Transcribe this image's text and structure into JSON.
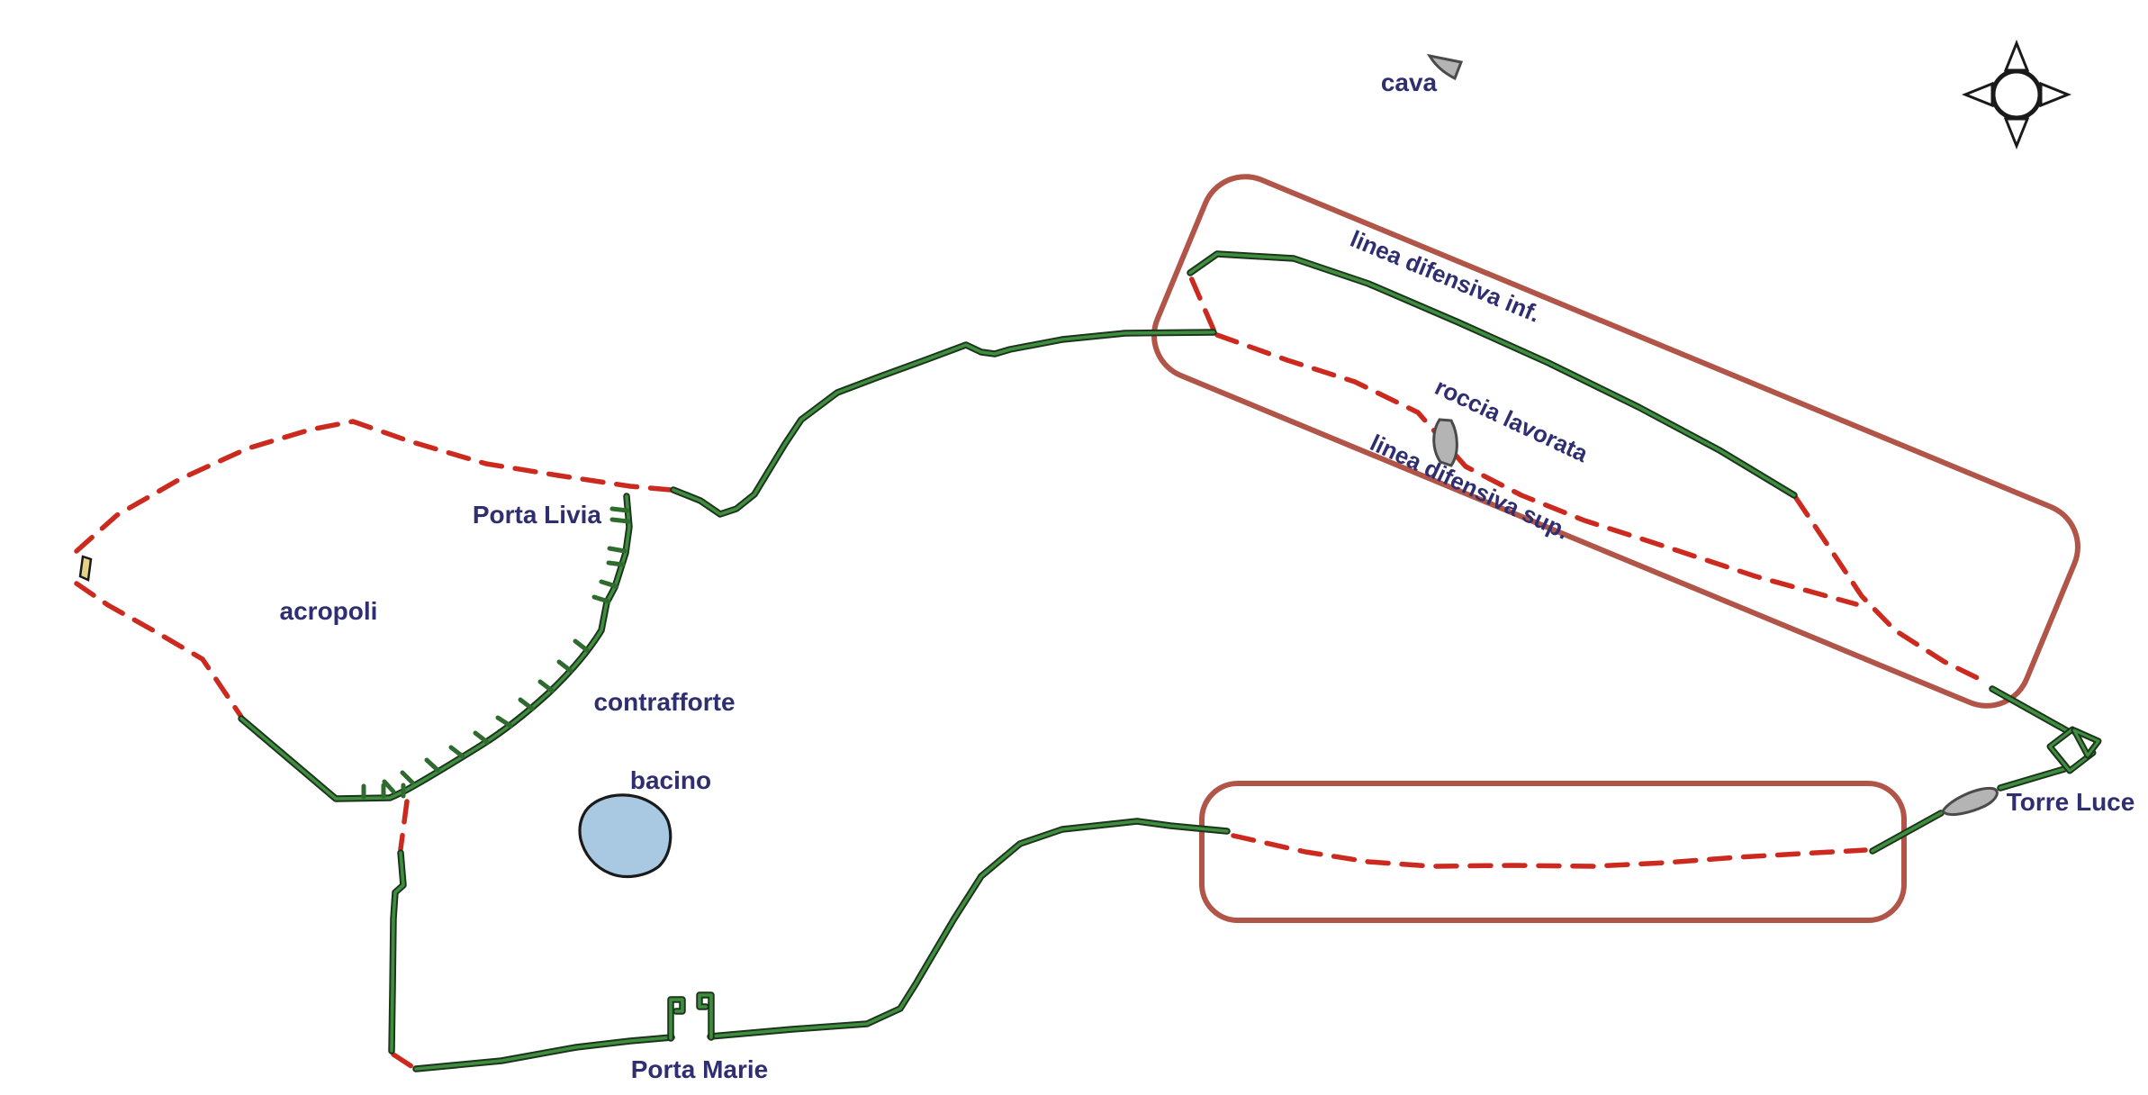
{
  "labels": {
    "cava": "cava",
    "linea_difensiva_inf": "linea difensiva inf.",
    "roccia_lavorata": "roccia lavorata",
    "linea_difensiva_sup": "linea difensiva sup.",
    "porta_livia": "Porta Livia",
    "acropoli": "acropoli",
    "contrafforte": "contrafforte",
    "bacino": "bacino",
    "porta_marie": "Porta Marie",
    "torre_luce": "Torre Luce"
  },
  "colors": {
    "wall-green": "#3f8e3f",
    "ink-green": "#1c331c",
    "tooth-green": "#2f6b2f",
    "dashed-red": "#cc2a1f",
    "zone-brown": "#b05548",
    "label-navy": "#2e2e70",
    "water-blue": "#a9c9e2",
    "stone-gray": "#b4b4b4",
    "stone-outline": "#4a4a4a",
    "mark-yellow": "#e6d287",
    "ink-black": "#1a1a1a"
  }
}
